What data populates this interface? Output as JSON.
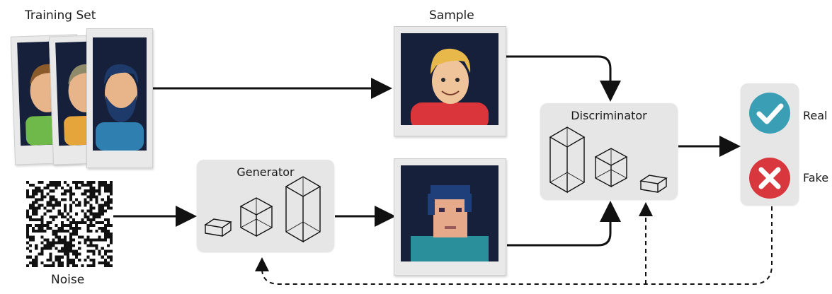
{
  "labels": {
    "training_set": "Training Set",
    "sample": "Sample",
    "noise": "Noise",
    "generator": "Generator",
    "discriminator": "Discriminator",
    "real": "Real",
    "fake": "Fake"
  },
  "colors": {
    "panel": "#e6e6e6",
    "photo_bg": "#16203a",
    "real_badge": "#3a9fb5",
    "fake_badge": "#d8373e",
    "arrow": "#111111"
  },
  "icons": {
    "real": "checkmark-icon",
    "fake": "cross-icon"
  }
}
